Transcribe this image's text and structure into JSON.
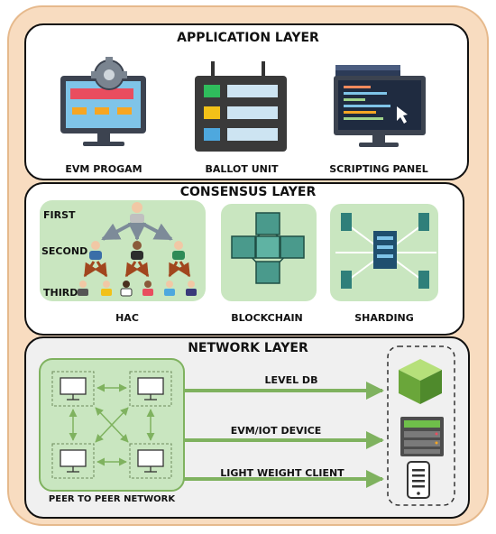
{
  "application_layer": {
    "title": "APPLICATION LAYER",
    "items": [
      {
        "label": "EVM PROGAM",
        "icon": "evm-program-monitor-icon"
      },
      {
        "label": "BALLOT UNIT",
        "icon": "ballot-unit-icon"
      },
      {
        "label": "SCRIPTING PANEL",
        "icon": "scripting-panel-icon"
      }
    ]
  },
  "consensus_layer": {
    "title": "CONSENSUS LAYER",
    "hac_levels": [
      "FIRST",
      "SECOND",
      "THIRD"
    ],
    "items": [
      {
        "label": "HAC",
        "icon": "hierarchy-people-icon"
      },
      {
        "label": "BLOCKCHAIN",
        "icon": "blockchain-cubes-icon"
      },
      {
        "label": "SHARDING",
        "icon": "sharding-servers-icon"
      }
    ]
  },
  "network_layer": {
    "title": "NETWORK LAYER",
    "p2p_label": "PEER TO PEER NETWORK",
    "links": [
      {
        "label": "LEVEL DB",
        "icon": "level-db-cube-icon"
      },
      {
        "label": "EVM/IOT DEVICE",
        "icon": "server-rack-icon"
      },
      {
        "label": "LIGHT WEIGHT CLIENT",
        "icon": "mobile-device-icon"
      }
    ]
  },
  "colors": {
    "outer_bg": "#f8dcc0",
    "network_bg": "#f0f0f0",
    "accent_green": "#7fb25f",
    "panel_green": "#c9e6c0"
  }
}
